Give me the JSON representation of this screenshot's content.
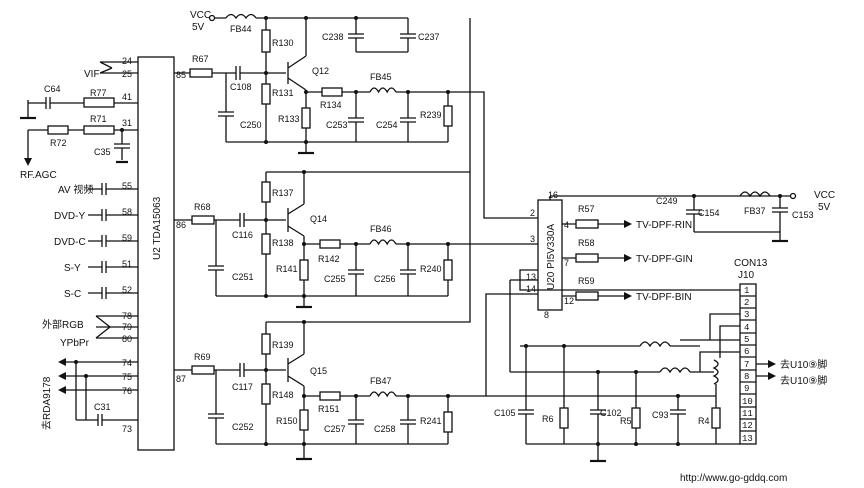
{
  "power": {
    "vcc_top": "VCC",
    "vcc_top_v": "5V",
    "vcc_right": "VCC",
    "vcc_right_v": "5V"
  },
  "u2": {
    "name": "U2 TDA15063",
    "left_labels": {
      "vif": "VIF",
      "rf_agc": "RF.AGC",
      "av": "AV 视频",
      "dvd_y": "DVD-Y",
      "dvd_c": "DVD-C",
      "s_y": "S-Y",
      "s_c": "S-C",
      "ext_rgb": "外部RGB",
      "ypbpr": "YPbPr",
      "to_bs": "去RDA9178"
    },
    "pins_left": [
      "24",
      "25",
      "41",
      "31",
      "55",
      "58",
      "59",
      "51",
      "52",
      "78",
      "79",
      "80",
      "74",
      "75",
      "76",
      "73"
    ],
    "pins_right": [
      "85",
      "86",
      "87"
    ]
  },
  "u20": {
    "name": "U20 PI5V330A",
    "pins": [
      "16",
      "2",
      "4",
      "3",
      "7",
      "13",
      "14",
      "12",
      "8"
    ]
  },
  "outputs": {
    "rin": "TV-DPF-RIN",
    "gin": "TV-DPF-GIN",
    "bin": "TV-DPF-BIN"
  },
  "connector": {
    "name": "CON13",
    "sub": "J10",
    "pins": [
      "1",
      "2",
      "3",
      "4",
      "5",
      "6",
      "7",
      "8",
      "9",
      "10",
      "11",
      "12",
      "13"
    ],
    "note_a": "去U10⑨脚",
    "note_b": "去U10⑨脚"
  },
  "components": {
    "C64": "C64",
    "R77": "R77",
    "R71": "R71",
    "R72": "R72",
    "C35": "C35",
    "C31": "C31",
    "FB44": "FB44",
    "R67": "R67",
    "C108": "C108",
    "R130": "R130",
    "R131": "R131",
    "R133": "R133",
    "Q12": "Q12",
    "C238": "C238",
    "C237": "C237",
    "C250": "C250",
    "R134": "R134",
    "FB45": "FB45",
    "C253": "C253",
    "C254": "C254",
    "R239": "R239",
    "R68": "R68",
    "C116": "C116",
    "R137": "R137",
    "R138": "R138",
    "R141": "R141",
    "Q14": "Q14",
    "C251": "C251",
    "R142": "R142",
    "FB46": "FB46",
    "C255": "C255",
    "C256": "C256",
    "R240": "R240",
    "R69": "R69",
    "C117": "C117",
    "R139": "R139",
    "R148": "R148",
    "R150": "R150",
    "Q15": "Q15",
    "C252": "C252",
    "R151": "R151",
    "FB47": "FB47",
    "C257": "C257",
    "C258": "C258",
    "R241": "R241",
    "R57": "R57",
    "R58": "R58",
    "R59": "R59",
    "C249": "C249",
    "C154": "C154",
    "FB37": "FB37",
    "C153": "C153",
    "C105": "C105",
    "R6": "R6",
    "C102": "C102",
    "R5": "R5",
    "C93": "C93",
    "R4": "R4"
  },
  "watermark": "http://www.go-gddq.com"
}
